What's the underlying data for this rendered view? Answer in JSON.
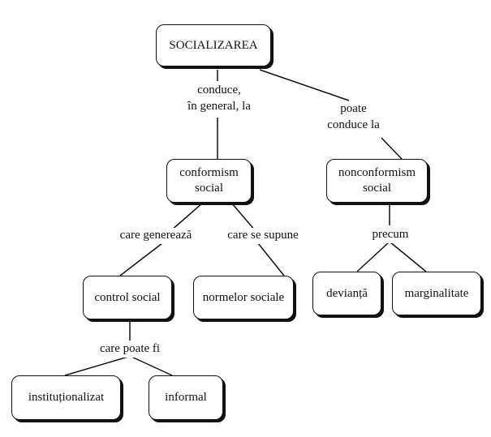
{
  "nodes": {
    "root": "SOCIALIZAREA",
    "conformism": "conformism\nsocial",
    "nonconformism": "nonconformism\nsocial",
    "control": "control social",
    "normelor": "normelor sociale",
    "devianta": "devianță",
    "marginalitate": "marginalitate",
    "institutionalizat": "instituționalizat",
    "informal": "informal"
  },
  "links": {
    "conduce_general": "conduce,\nîn general, la",
    "poate_conduce": "poate\nconduce la",
    "care_genereaza": "care generează",
    "care_se_supune": "care se supune",
    "precum": "precum",
    "care_poate_fi": "care poate fi"
  }
}
